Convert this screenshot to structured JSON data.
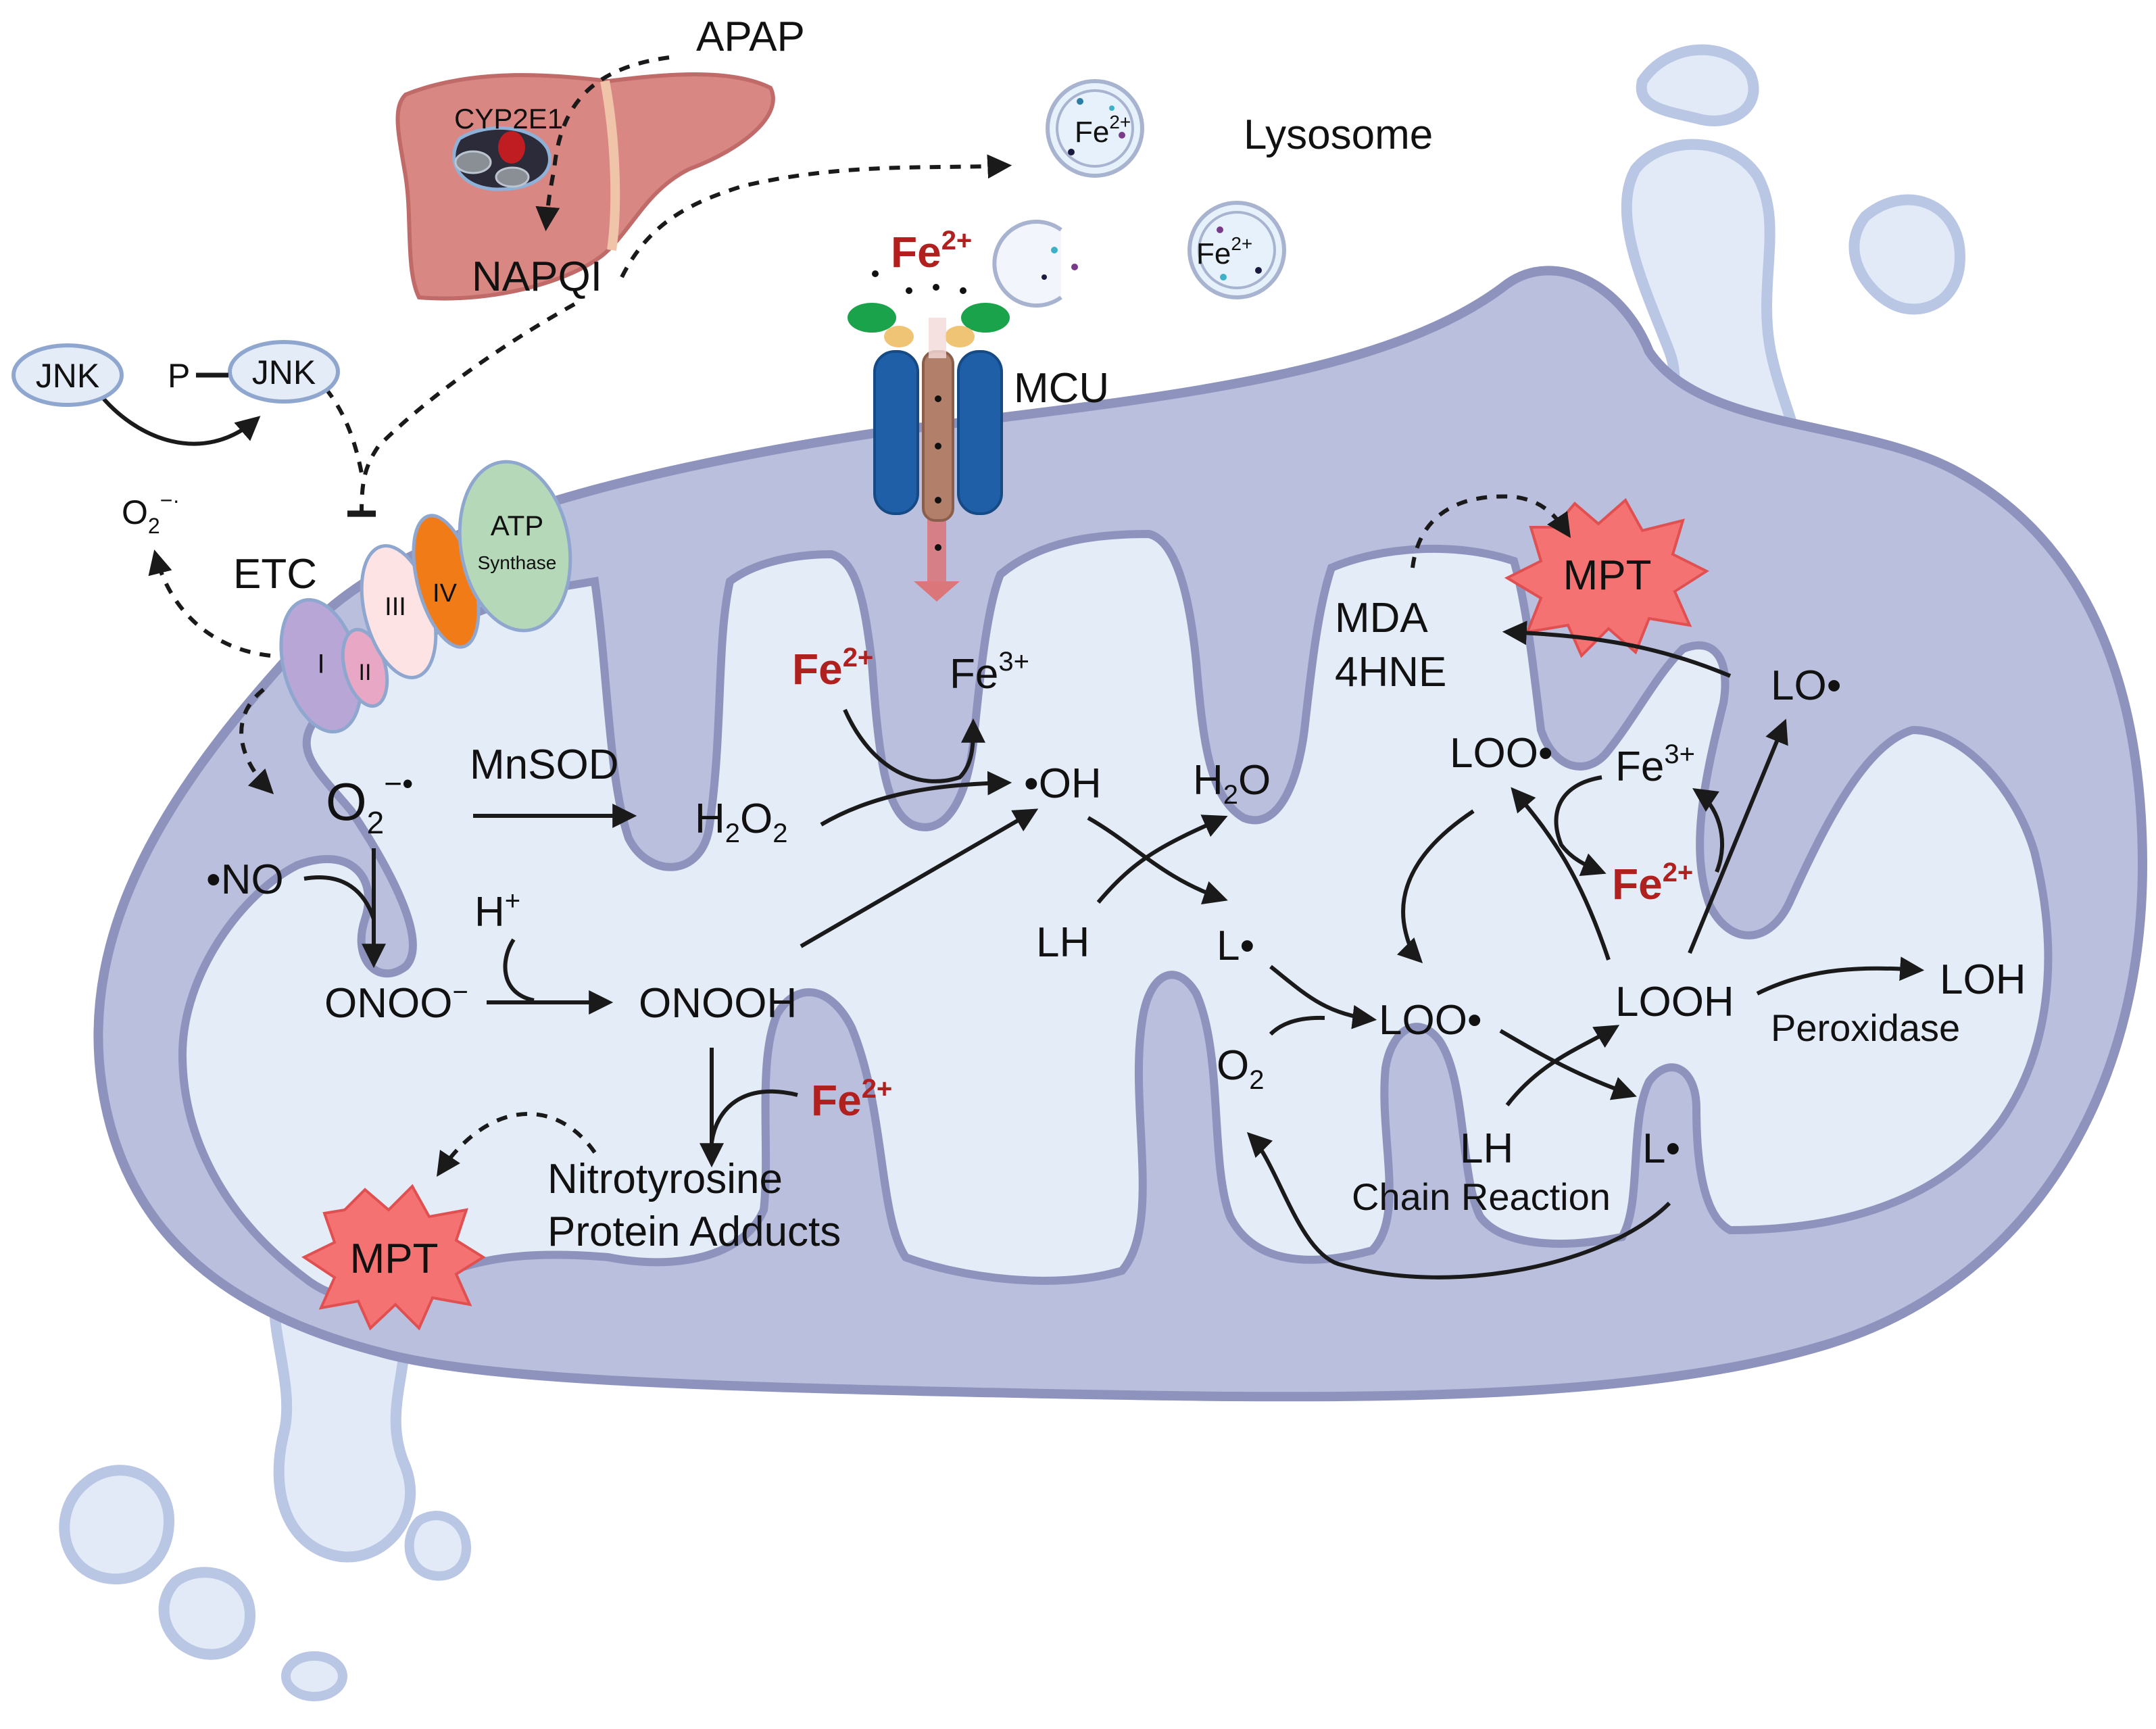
{
  "colors": {
    "iron_red": "#b0201e",
    "outer_membrane": "#8d93bd",
    "membrane_fill": "#b9bfdc",
    "matrix": "#e4ecf8",
    "burst": "#f57272",
    "liver": "#d98783",
    "mcu_blue": "#1f5fa8",
    "mcu_pore": "#b2806a",
    "complex_I": "#b7a6d6",
    "complex_II": "#e8a7c4",
    "complex_III": "#fde3e3",
    "complex_IV": "#f17c17",
    "atp_synthase": "#b5d8b8"
  },
  "icons": {
    "liver": "liver-organ-icon",
    "lysosome": "lysosome-icon",
    "mcu": "mcu-channel-icon",
    "burst": "starburst-icon",
    "mitochondrion": "mitochondrion-icon"
  },
  "top": {
    "apap": "APAP",
    "cyp": "CYP2E1",
    "napqi": "NAPQI",
    "lysosome": "Lysosome",
    "lyso_fe_base": "Fe",
    "lyso_fe_sup": "2+",
    "mcu": "MCU",
    "fe_in_base": "Fe",
    "fe_in_sup": "2+"
  },
  "jnk": {
    "jnk": "JNK",
    "p": "P",
    "p_jnk": "JNK",
    "o2_base": "O",
    "o2_sub": "2",
    "o2_sup": "−·"
  },
  "etc": {
    "label": "ETC",
    "c1": "I",
    "c2": "II",
    "c3": "III",
    "c4": "IV",
    "atp_line1": "ATP",
    "atp_line2": "Synthase"
  },
  "left_pathway": {
    "superoxide_base": "O",
    "superoxide_sub": "2",
    "superoxide_sup": "−•",
    "mnsod": "MnSOD",
    "h2o2_a": "H",
    "h2o2_b": "2",
    "h2o2_c": "O",
    "h2o2_d": "2",
    "no": "•NO",
    "hplus_base": "H",
    "hplus_sup": "+",
    "onoo_base": "ONOO",
    "onoo_sup": "−",
    "onooh": "ONOOH",
    "fe_base": "Fe",
    "fe_sup": "2+",
    "nitro_line1": "Nitrotyrosine",
    "nitro_line2": "Protein Adducts",
    "mpt": "MPT"
  },
  "fenton": {
    "fe2_base": "Fe",
    "fe2_sup": "2+",
    "fe3_base": "Fe",
    "fe3_sup": "3+",
    "oh": "•OH",
    "h2o_a": "H",
    "h2o_b": "2",
    "h2o_c": "O",
    "lh": "LH",
    "l_radical": "L•"
  },
  "lipid_chain": {
    "o2_base": "O",
    "o2_sub": "2",
    "loo_mid": "LOO•",
    "lh": "LH",
    "chain_reaction": "Chain Reaction",
    "l_radical": "L•",
    "loo_top": "LOO•",
    "fe3_base": "Fe",
    "fe3_sup": "3+",
    "fe2_base": "Fe",
    "fe2_sup": "2+",
    "looh": "LOOH",
    "loh": "LOH",
    "peroxidase": "Peroxidase",
    "lo_radical": "LO•",
    "mda": "MDA",
    "hne": "4HNE",
    "mpt": "MPT"
  }
}
